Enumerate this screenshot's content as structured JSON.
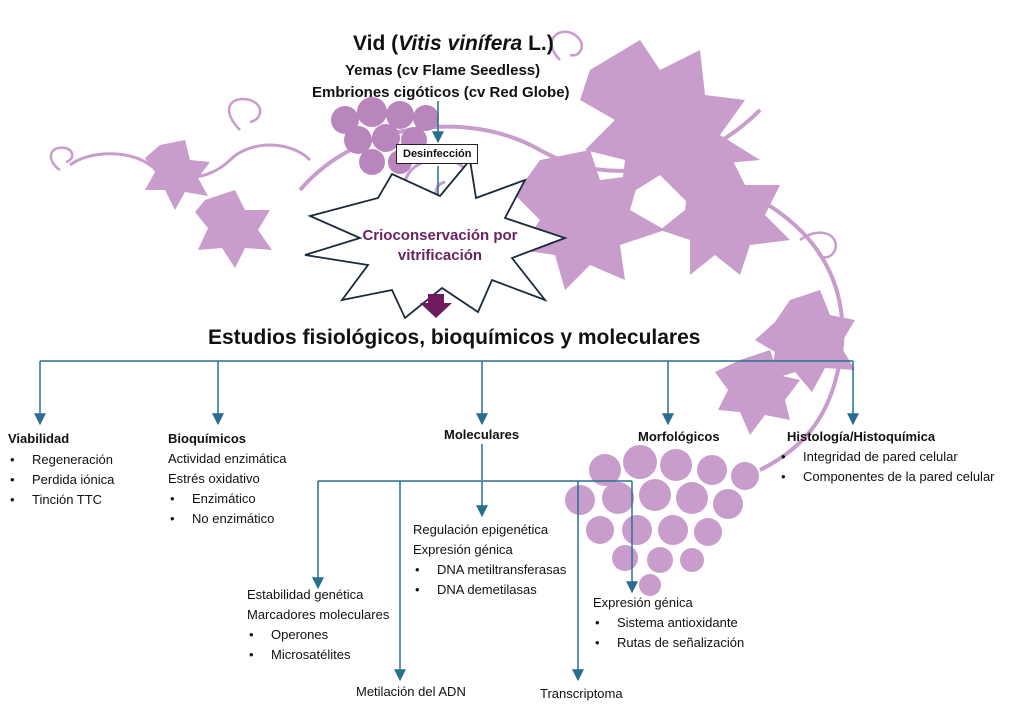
{
  "colors": {
    "decor": "#c89ccb",
    "decor_dark": "#b985bd",
    "arrow_line": "#2a6e8f",
    "star_text": "#6b2163",
    "down_arrow": "#6e1a5e"
  },
  "header": {
    "title_prefix": "Vid (",
    "title_italic": "Vitis vinífera",
    "title_suffix": " L.)",
    "line2": "Yemas (cv Flame Seedless)",
    "line3": "Embriones cigóticos  (cv Red Globe)"
  },
  "step_box": "Desinfección",
  "star_text": [
    "Crioconservación por",
    "vitrificación"
  ],
  "main_heading": "Estudios fisiológicos, bioquímicos y moleculares",
  "categories": {
    "viabilidad": {
      "title": "Viabilidad",
      "items": [
        "Regeneración",
        "Perdida iónica",
        "Tinción TTC"
      ]
    },
    "bioquimicos": {
      "title": "Bioquímicos",
      "lines": [
        "Actividad enzimática",
        "Estrés oxidativo"
      ],
      "items": [
        "Enzimático",
        "No enzimático"
      ]
    },
    "moleculares": {
      "title": "Moleculares"
    },
    "morfologicos": {
      "title": "Morfológicos"
    },
    "histologia": {
      "title": "Histología/Histoquímica",
      "items": [
        "Integridad de pared celular",
        "Componentes de la pared celular"
      ]
    }
  },
  "molecular_subs": {
    "genetica": {
      "lines": [
        "Estabilidad genética",
        "Marcadores moleculares"
      ],
      "items": [
        "Operones",
        "Microsatélites"
      ]
    },
    "metilacion": "Metilación del ADN",
    "epigenetica": {
      "lines": [
        "Regulación epigenética",
        "Expresión génica"
      ],
      "items": [
        "DNA metiltransferasas",
        "DNA demetilasas"
      ]
    },
    "transcriptoma": "Transcriptoma",
    "expresion": {
      "lines": [
        "Expresión génica"
      ],
      "items": [
        "Sistema antioxidante",
        "Rutas de señalización"
      ]
    }
  }
}
